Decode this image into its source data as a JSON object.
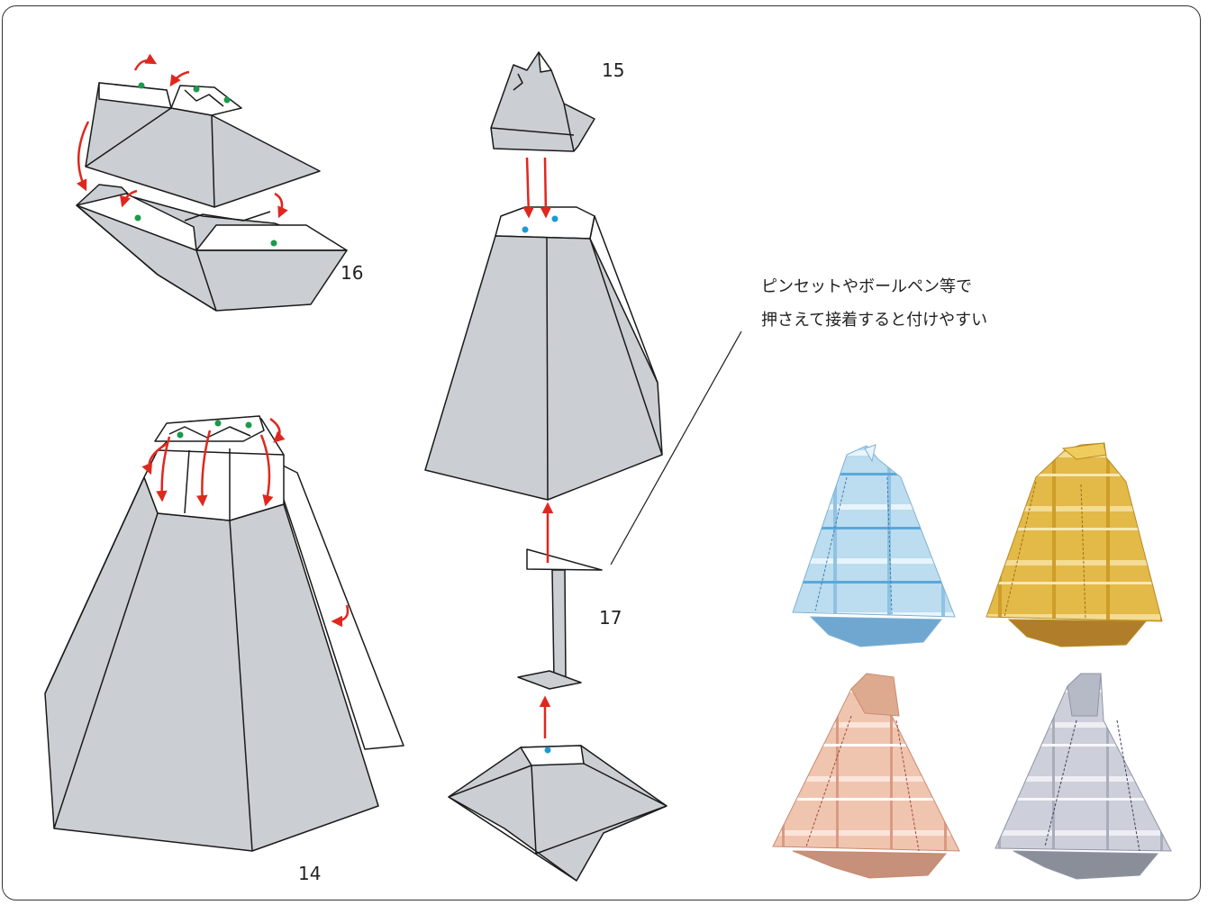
{
  "steps": {
    "step_14": "14",
    "step_15": "15",
    "step_16": "16",
    "step_17": "17"
  },
  "note": {
    "line1": "ピンセットやボールペン等で",
    "line2": "押さえて接着すると付けやすい"
  },
  "colors": {
    "face": "#cbced2",
    "outline": "#1a1a1a",
    "arrow": "#e0271e",
    "glue_green": "#1a9a4a",
    "glue_blue": "#1a9ad6"
  },
  "finished_models": [
    {
      "name": "blue-plaid-model",
      "color": "#a8cfe8"
    },
    {
      "name": "yellow-plaid-model",
      "color": "#d9ad3c"
    },
    {
      "name": "pink-plaid-model",
      "color": "#e8b8a0"
    },
    {
      "name": "gray-plaid-model",
      "color": "#c6c9d4"
    }
  ]
}
